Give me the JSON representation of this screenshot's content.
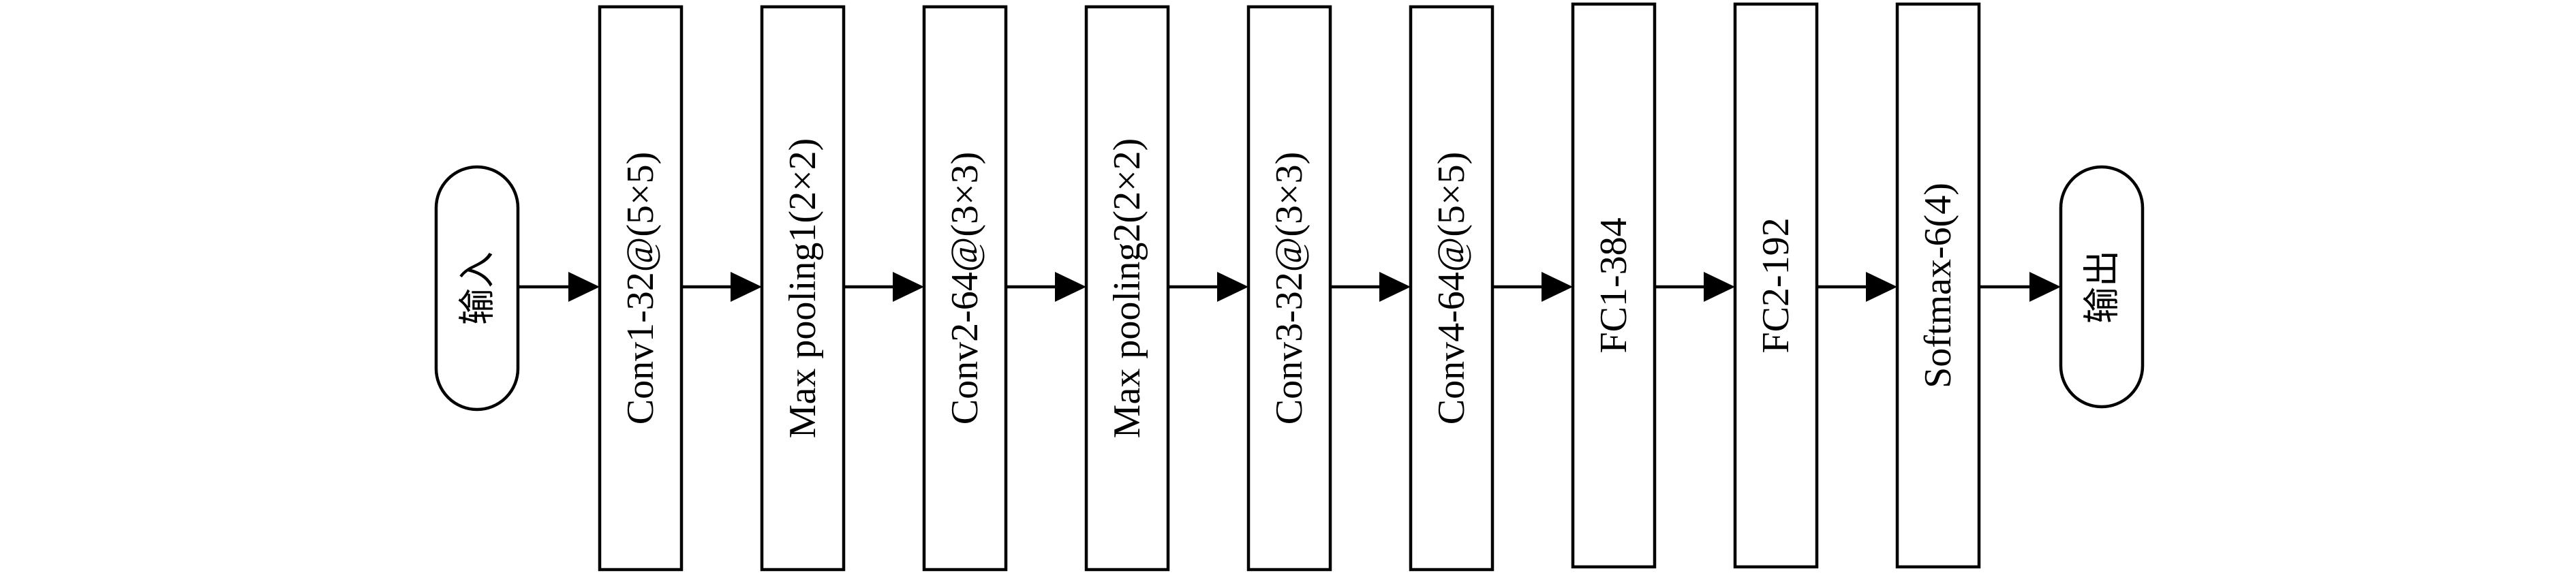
{
  "diagram": {
    "type": "flowchart",
    "direction": "left-to-right",
    "nodes": [
      {
        "id": "input",
        "label": "输入",
        "shape": "stadium"
      },
      {
        "id": "conv1",
        "label": "Conv1-32@(5×5)",
        "shape": "rect"
      },
      {
        "id": "pool1",
        "label": "Max pooling1(2×2)",
        "shape": "rect"
      },
      {
        "id": "conv2",
        "label": "Conv2-64@(3×3)",
        "shape": "rect"
      },
      {
        "id": "pool2",
        "label": "Max pooling2(2×2)",
        "shape": "rect"
      },
      {
        "id": "conv3",
        "label": "Conv3-32@(3×3)",
        "shape": "rect"
      },
      {
        "id": "conv4",
        "label": "Conv4-64@(5×5)",
        "shape": "rect"
      },
      {
        "id": "fc1",
        "label": "FC1-384",
        "shape": "rect"
      },
      {
        "id": "fc2",
        "label": "FC2-192",
        "shape": "rect"
      },
      {
        "id": "softmax",
        "label": "Softmax-6(4)",
        "shape": "rect"
      },
      {
        "id": "output",
        "label": "输出",
        "shape": "stadium"
      }
    ],
    "edges": [
      {
        "from": "input",
        "to": "conv1"
      },
      {
        "from": "conv1",
        "to": "pool1"
      },
      {
        "from": "pool1",
        "to": "conv2"
      },
      {
        "from": "conv2",
        "to": "pool2"
      },
      {
        "from": "pool2",
        "to": "conv3"
      },
      {
        "from": "conv3",
        "to": "conv4"
      },
      {
        "from": "conv4",
        "to": "fc1"
      },
      {
        "from": "fc1",
        "to": "fc2"
      },
      {
        "from": "fc2",
        "to": "softmax"
      },
      {
        "from": "softmax",
        "to": "output"
      }
    ],
    "colors": {
      "stroke": "#000000",
      "fill": "#ffffff",
      "text": "#000000"
    }
  }
}
